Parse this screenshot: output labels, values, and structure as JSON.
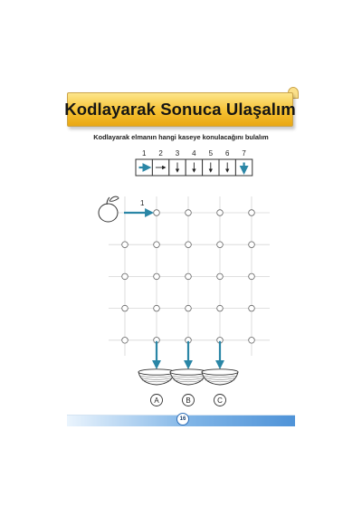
{
  "page": {
    "title": "Kodlayarak Sonuca Ulaşalım",
    "instruction": "Kodlayarak elmanın hangi kaseye konulacağını bulalım",
    "page_number": "16"
  },
  "code_strip": {
    "steps": [
      {
        "number": "1",
        "direction": "right",
        "highlight": true
      },
      {
        "number": "2",
        "direction": "right",
        "highlight": false
      },
      {
        "number": "3",
        "direction": "down",
        "highlight": false
      },
      {
        "number": "4",
        "direction": "down",
        "highlight": false
      },
      {
        "number": "5",
        "direction": "down",
        "highlight": false
      },
      {
        "number": "6",
        "direction": "down",
        "highlight": false
      },
      {
        "number": "7",
        "direction": "down",
        "highlight": true
      }
    ]
  },
  "grid": {
    "columns": 5,
    "rows": 5,
    "start_step_label": "1",
    "start_icon": "apple-icon"
  },
  "bowls": [
    {
      "label": "A",
      "column": 2
    },
    {
      "label": "B",
      "column": 3
    },
    {
      "label": "C",
      "column": 4
    }
  ],
  "colors": {
    "banner": "#f6c131",
    "accent_arrow": "#2a86a6",
    "footer": "#4f93d8",
    "grid_line": "#d6d6d6"
  }
}
